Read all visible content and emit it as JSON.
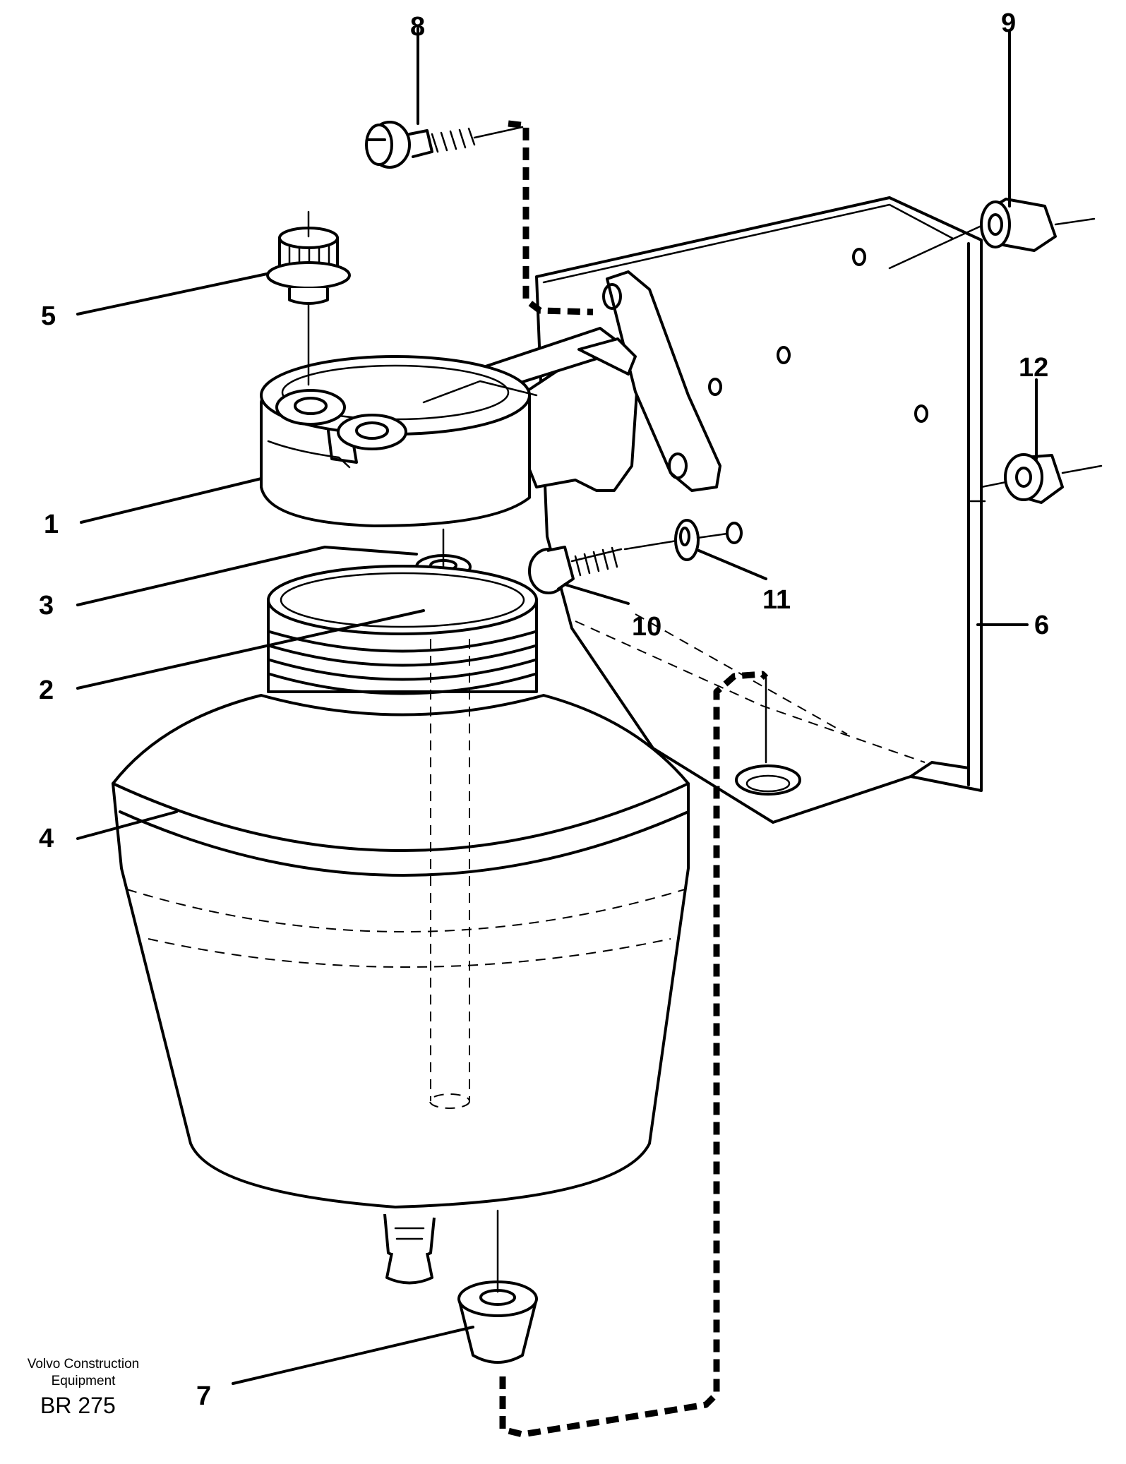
{
  "callouts": {
    "c1": "1",
    "c2": "2",
    "c3": "3",
    "c4": "4",
    "c5": "5",
    "c6": "6",
    "c7": "7",
    "c8": "8",
    "c9": "9",
    "c10": "10",
    "c11": "11",
    "c12": "12"
  },
  "footer": {
    "company_line1": "Volvo Construction",
    "company_line2": "Equipment",
    "code": "BR 275"
  }
}
